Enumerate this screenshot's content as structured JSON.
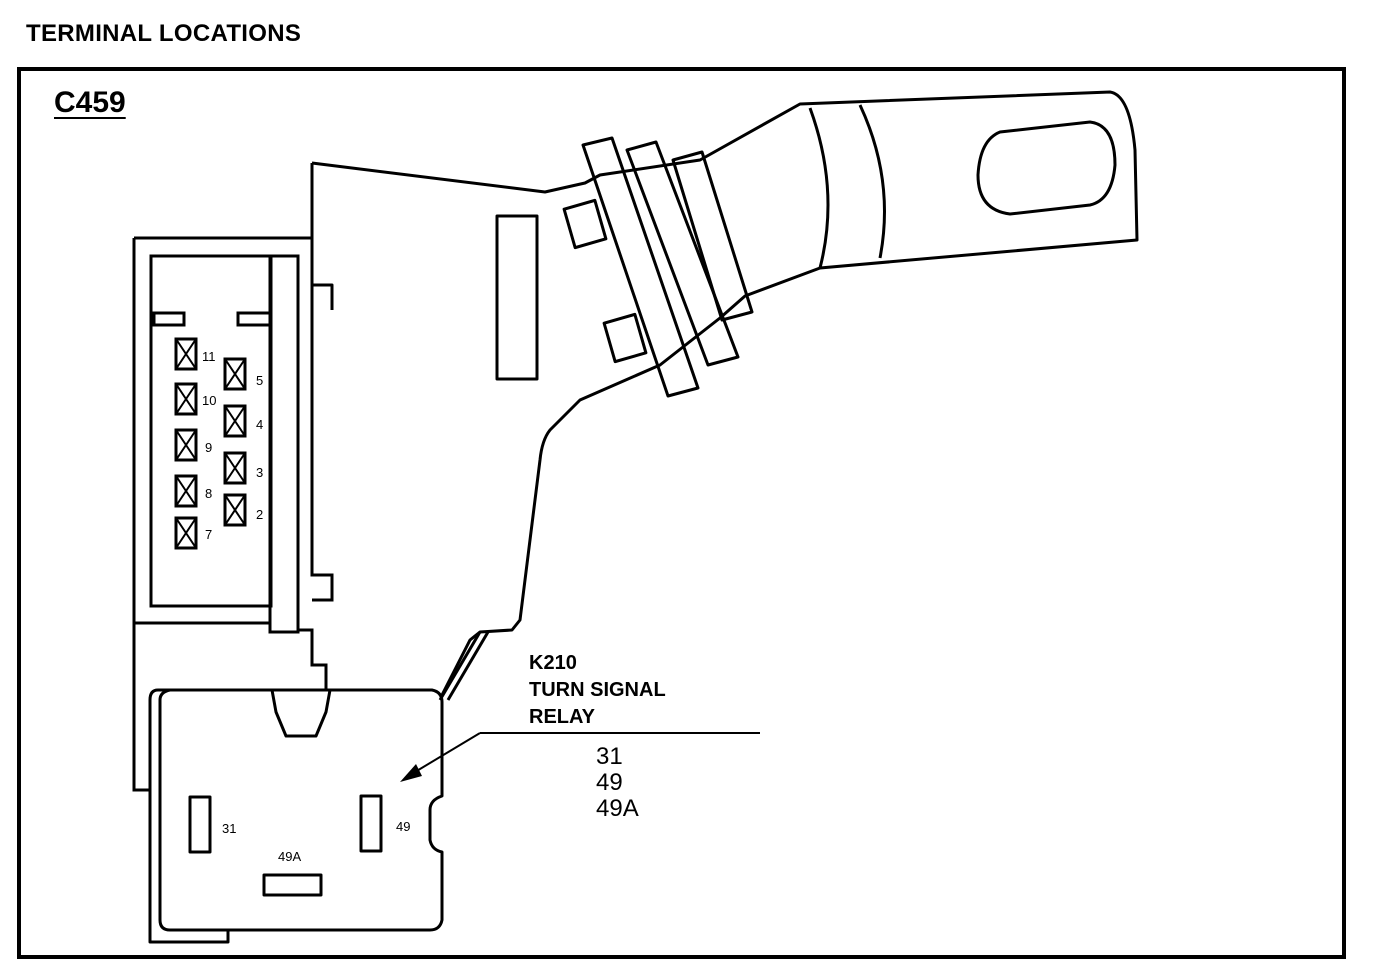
{
  "header": {
    "title": "TERMINAL LOCATIONS"
  },
  "connector": {
    "id": "C459"
  },
  "pins": [
    {
      "label": "11",
      "icon": "x-box-icon"
    },
    {
      "label": "10",
      "icon": "x-box-icon"
    },
    {
      "label": "9",
      "icon": "x-box-icon"
    },
    {
      "label": "8",
      "icon": "x-box-icon"
    },
    {
      "label": "7",
      "icon": "x-box-icon"
    },
    {
      "label": "5",
      "icon": "x-box-icon"
    },
    {
      "label": "4",
      "icon": "x-box-icon"
    },
    {
      "label": "3",
      "icon": "x-box-icon"
    },
    {
      "label": "2",
      "icon": "x-box-icon"
    }
  ],
  "relay": {
    "callout": {
      "line1": "K210",
      "line2": "TURN SIGNAL",
      "line3": "RELAY"
    },
    "terminals": [
      "31",
      "49",
      "49A"
    ],
    "terminal_labels": {
      "t31": "31",
      "t49": "49",
      "t49a": "49A"
    }
  }
}
